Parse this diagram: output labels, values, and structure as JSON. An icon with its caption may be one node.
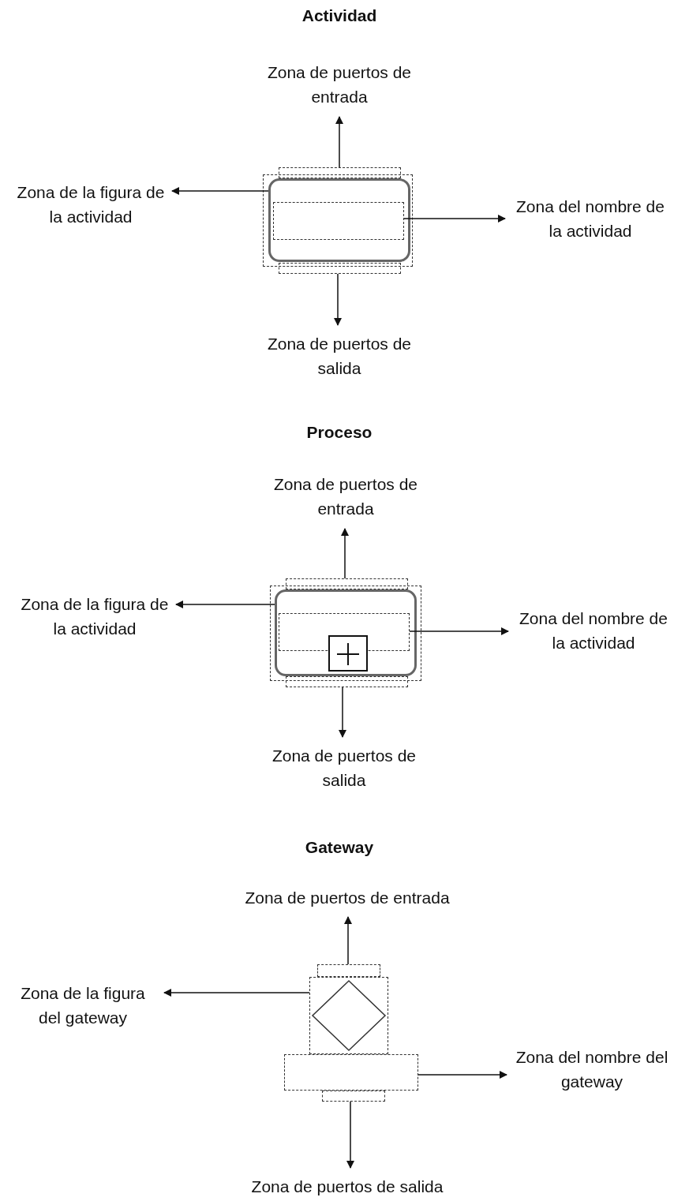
{
  "diagram": {
    "nodes": [
      {
        "text": [
          "Zona de puertos de entrada"
        ]
      },
      {
        "text": [],
        "shape": "box"
      },
      {
        "text": [
          "Zona de la figura de la actividad"
        ]
      },
      {
        "text": [],
        "shape": "box"
      },
      {
        "text": [],
        "shape": "box",
        "in": 3
      },
      {
        "text": [
          "Zona del nombre de la actividad"
        ]
      },
      {
        "text": [],
        "shape": "box"
      },
      {
        "text": [
          "Zona de puertos de salida"
        ]
      },
      {
        "text": [
          "Zona de puertos de entrada"
        ]
      },
      {
        "text": [],
        "shape": "box"
      },
      {
        "text": [
          "Zona de la figura de la actividad"
        ]
      },
      {
        "text": [],
        "shape": "box"
      },
      {
        "text": [],
        "shape": "box",
        "in": 11
      },
      {
        "text": [
          "Zona del nombre de la actividad"
        ]
      },
      {
        "text": [],
        "shape": "box"
      },
      {
        "text": [
          "Zona de puertos de salida"
        ]
      },
      {
        "text": [
          "Zona de puertos de entrada"
        ]
      },
      {
        "text": [],
        "shape": "box"
      },
      {
        "text": [
          "Zona de la figura del gateway"
        ]
      },
      {
        "text": [],
        "shape": "box"
      },
      {
        "text": [],
        "shape": "box"
      },
      {
        "text": [
          "Zona del nombre del gateway"
        ]
      },
      {
        "text": [],
        "shape": "box"
      },
      {
        "text": [
          "Zona de puertos de salida"
        ]
      }
    ],
    "edges": [
      {
        "from": 1,
        "to": 0,
        "arrow": "to"
      },
      {
        "from": 3,
        "to": 2,
        "arrow": "to"
      },
      {
        "from": 4,
        "to": 5,
        "arrow": "to"
      },
      {
        "from": 6,
        "to": 7,
        "arrow": "to"
      },
      {
        "from": 9,
        "to": 8,
        "arrow": "to"
      },
      {
        "from": 11,
        "to": 10,
        "arrow": "to"
      },
      {
        "from": 12,
        "to": 13,
        "arrow": "to"
      },
      {
        "from": 14,
        "to": 15,
        "arrow": "to"
      },
      {
        "from": 17,
        "to": 16,
        "arrow": "to"
      },
      {
        "from": 19,
        "to": 18,
        "arrow": "to"
      },
      {
        "from": 20,
        "to": 21,
        "arrow": "to"
      },
      {
        "from": 22,
        "to": 23,
        "arrow": "to"
      }
    ],
    "labels": [
      "Actividad",
      "Proceso",
      "Gateway"
    ]
  }
}
